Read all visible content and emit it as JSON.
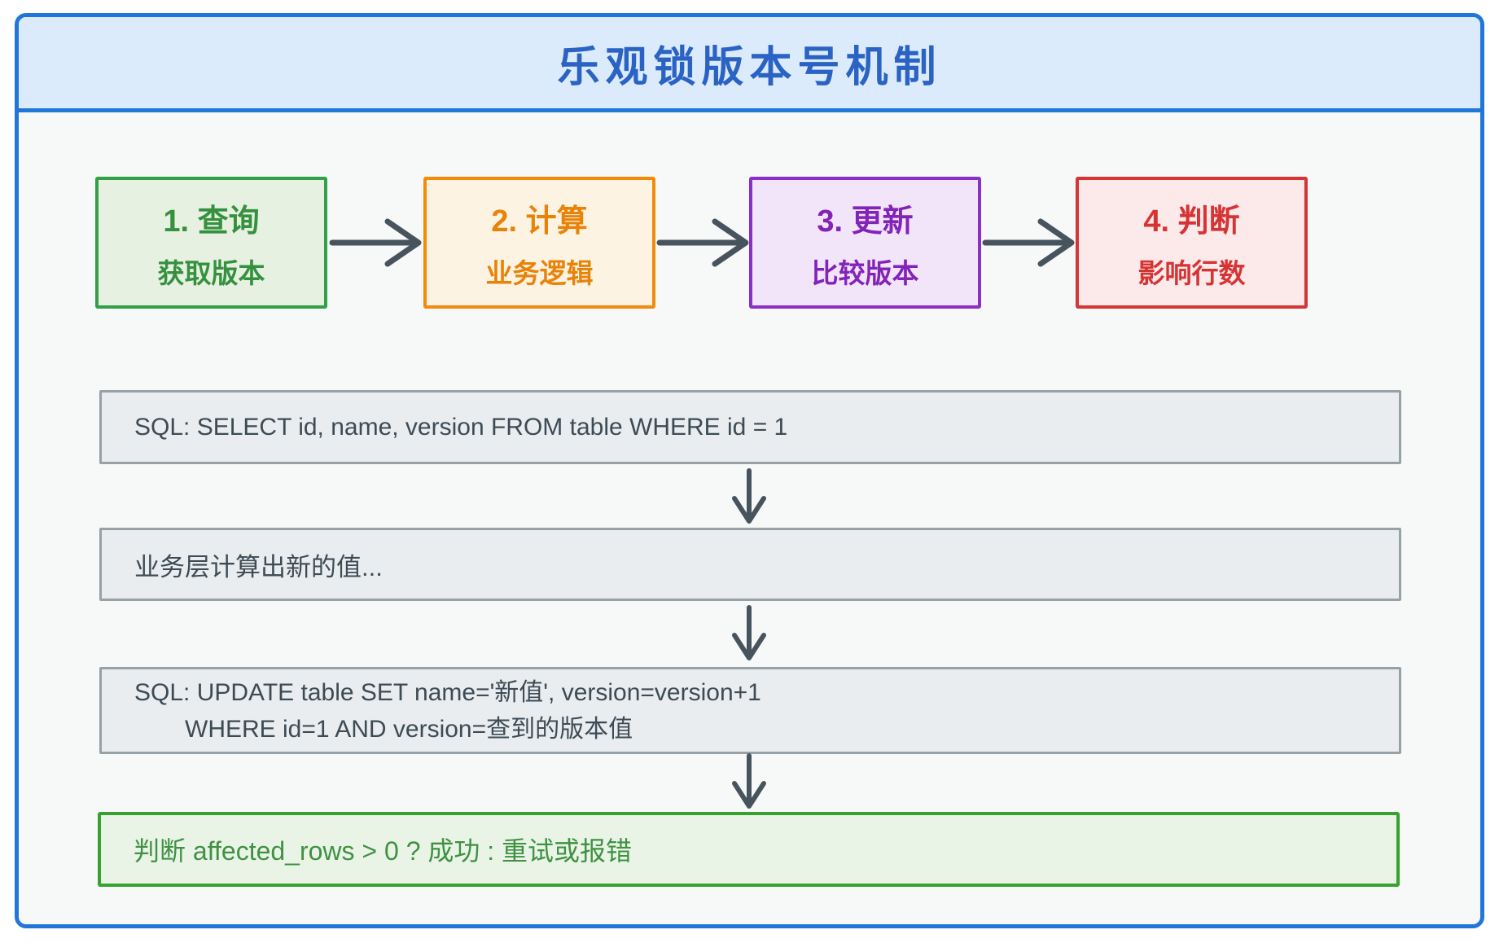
{
  "title": "乐观锁版本号机制",
  "colors": {
    "frame_border": "#2176d9",
    "title_bg": "#dcebfc",
    "title_text": "#2a63c4",
    "canvas_bg": "#f7f8f8",
    "arrow": "#47545e",
    "flow_box_bg": "#e9edef",
    "flow_box_border": "#97a1a6",
    "flow_box_text": "#3d4b55",
    "result_border": "#36a32e",
    "result_bg": "#eaf4e6",
    "result_text": "#3f9143"
  },
  "steps": [
    {
      "label": "1. 查询",
      "sublabel": "获取版本",
      "border": "#31a047",
      "fill": "#e7f1e2",
      "text": "#36913f"
    },
    {
      "label": "2. 计算",
      "sublabel": "业务逻辑",
      "border": "#f28b0c",
      "fill": "#fdf3e2",
      "text": "#e8830a"
    },
    {
      "label": "3. 更新",
      "sublabel": "比较版本",
      "border": "#8b2fc9",
      "fill": "#f2e4f9",
      "text": "#8224b8"
    },
    {
      "label": "4. 判断",
      "sublabel": "影响行数",
      "border": "#d43535",
      "fill": "#fce9ea",
      "text": "#d63434"
    }
  ],
  "flow": {
    "select_sql": "SQL:  SELECT id, name, version FROM table WHERE id = 1",
    "business_note": "业务层计算出新的值...",
    "update_sql_line1": "SQL:  UPDATE table SET name='新值', version=version+1",
    "update_sql_line2": "WHERE id=1 AND version=查到的版本值",
    "result_check": "判断 affected_rows > 0 ? 成功 : 重试或报错"
  }
}
